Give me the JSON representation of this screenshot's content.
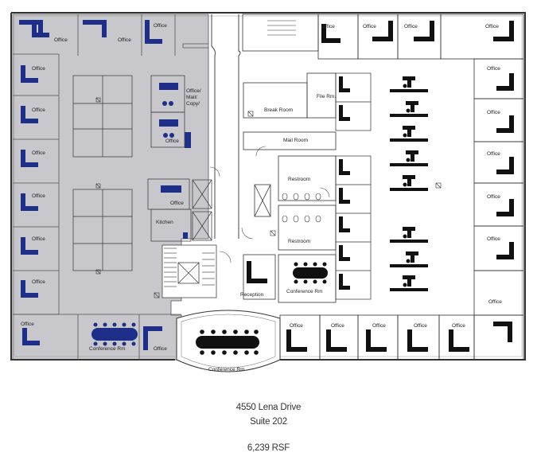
{
  "plan": {
    "rooms": {
      "office": "Office",
      "conference": "Conference Rm",
      "break_room": "Break Room",
      "file_room": "File Rm.",
      "mail_room": "Mail Room",
      "restroom": "Restroom",
      "kitchen": "Kitchen",
      "reception": "Reception",
      "office_mail_copy_l1": "Office/",
      "office_mail_copy_l2": "Mail/",
      "office_mail_copy_l3": "Copy/"
    },
    "colors": {
      "leased_area": "#c8c8cc",
      "furniture_blue": "#1e2f8a",
      "furniture_black": "#111111",
      "wall": "#333333"
    }
  },
  "caption": {
    "address": "4550 Lena Drive",
    "suite": "Suite 202",
    "area": "6,239 RSF"
  }
}
